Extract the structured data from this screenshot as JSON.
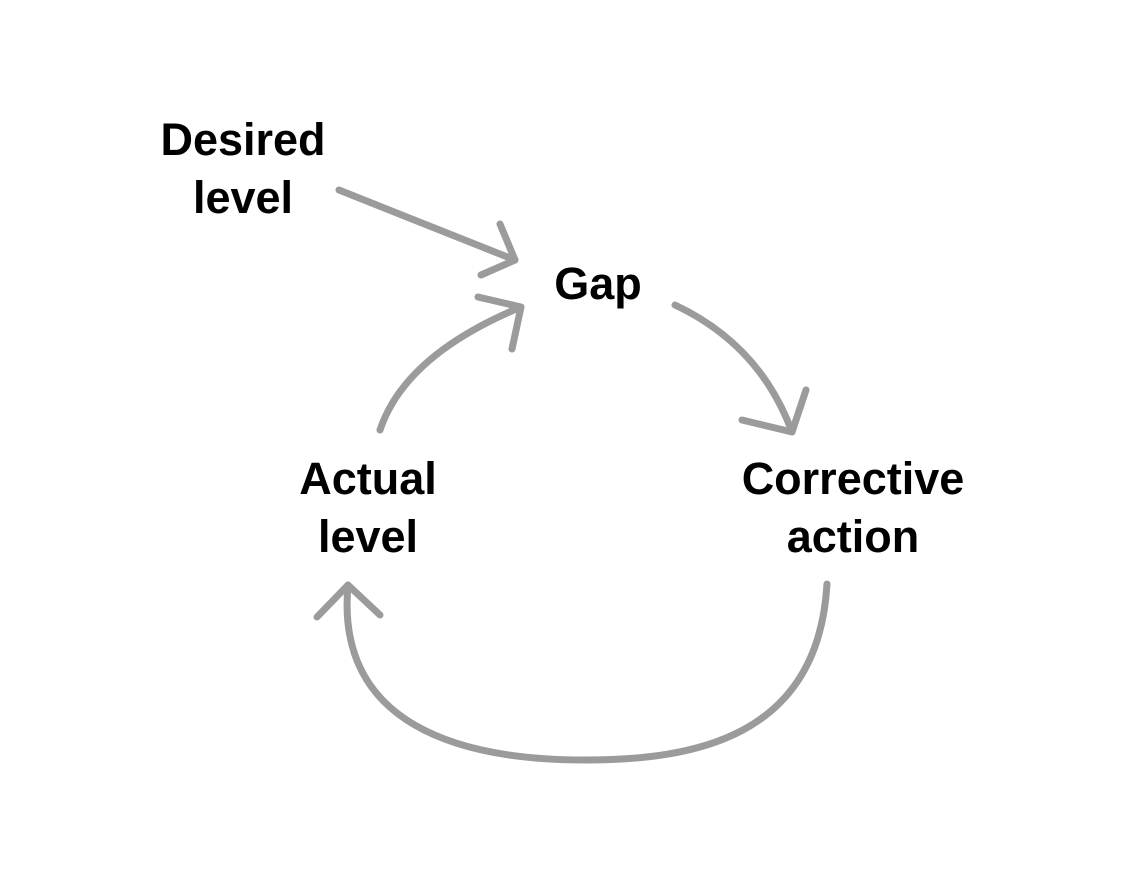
{
  "colors": {
    "arrow": "#9b9b9b",
    "text": "#000000",
    "background": "#ffffff"
  },
  "nodes": {
    "desired_level": {
      "line1": "Desired",
      "line2": "level"
    },
    "gap": {
      "label": "Gap"
    },
    "actual_level": {
      "line1": "Actual",
      "line2": "level"
    },
    "corrective_action": {
      "line1": "Corrective",
      "line2": "action"
    }
  },
  "edges": [
    {
      "from": "Desired level",
      "to": "Gap"
    },
    {
      "from": "Gap",
      "to": "Corrective action"
    },
    {
      "from": "Corrective action",
      "to": "Actual level"
    },
    {
      "from": "Actual level",
      "to": "Gap"
    }
  ]
}
